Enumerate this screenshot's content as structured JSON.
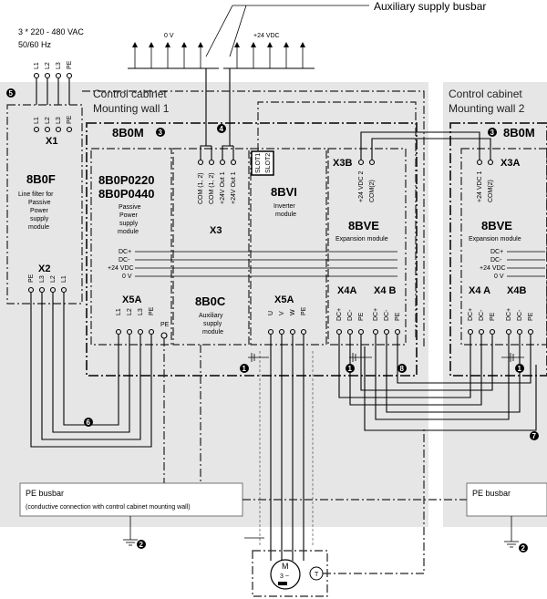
{
  "supply": {
    "voltage": "3 * 220 - 480 VAC",
    "freq": "50/60 Hz",
    "phases": [
      "L1",
      "L2",
      "L3",
      "PE"
    ]
  },
  "aux_bus": {
    "title": "Auxiliary supply busbar",
    "zero": "0 V",
    "plus": "+24 VDC"
  },
  "wall1": {
    "line1": "Control cabinet",
    "line2": "Mounting wall 1"
  },
  "wall2": {
    "line1": "Control cabinet",
    "line2": "Mounting wall 2"
  },
  "module_8b0m": "8B0M",
  "module_8b0f": {
    "title": "8B0F",
    "desc1": "Line filter for",
    "desc2": "Passive",
    "desc3": "Power",
    "desc4": "supply",
    "desc5": "module"
  },
  "module_8b0p": {
    "title1": "8B0P0220",
    "title2": "8B0P0440",
    "desc1": "Passive",
    "desc2": "Power",
    "desc3": "supply",
    "desc4": "module"
  },
  "module_8b0c": {
    "title": "8B0C",
    "desc1": "Auxiliary",
    "desc2": "supply",
    "desc3": "module"
  },
  "module_8bvi": {
    "title": "8BVI",
    "desc1": "Inverter",
    "desc2": "module",
    "slot1": "SLOT1",
    "slot2": "SLOT2"
  },
  "module_8bve": {
    "title": "8BVE",
    "desc": "Expansion module"
  },
  "connectors": {
    "x1": "X1",
    "x2": "X2",
    "x3": "X3",
    "x3a": "X3A",
    "x3b": "X3B",
    "x4a": "X4A",
    "x4a2": "X4 A",
    "x4b": "X4 B",
    "x4b2": "X4B",
    "x5a": "X5A",
    "pe": "PE",
    "x1_pins": [
      "L1",
      "L2",
      "L3",
      "PE"
    ],
    "x2_pins": [
      "PE",
      "L3",
      "L2",
      "L1"
    ],
    "x5a_pins": [
      "L1",
      "L2",
      "L3",
      "PE"
    ],
    "x5a_out": [
      "U",
      "V",
      "W",
      "PE"
    ],
    "x3_pins": [
      "COM (1, 2)",
      "COM (1, 2)",
      "+24V Out 1",
      "+24V Out 1"
    ],
    "x3b_pins": [
      "+24 VDC 2",
      "COM(2)"
    ],
    "x3a_pins": [
      "+24 VDC 1",
      "COM(2)"
    ],
    "x4_pins": [
      "DC+",
      "DC-",
      "PE"
    ]
  },
  "bus_labels": [
    "DC+",
    "DC-",
    "+24 VDC",
    "0 V"
  ],
  "pe_busbar": {
    "title": "PE busbar",
    "desc": "(conductive connection with control cabinet mounting wall)"
  },
  "pe_busbar2": {
    "title": "PE busbar"
  },
  "motor": {
    "m": "M",
    "phase": "3 ~",
    "t": "T"
  },
  "callouts": [
    "1",
    "2",
    "3",
    "4",
    "5",
    "6",
    "7",
    "8"
  ]
}
